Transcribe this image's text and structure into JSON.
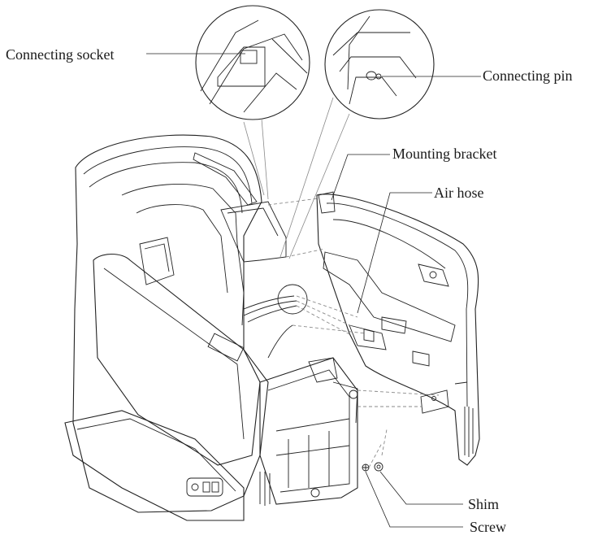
{
  "labels": {
    "connecting_socket": "Connecting socket",
    "connecting_pin": "Connecting pin",
    "mounting_bracket": "Mounting bracket",
    "air_hose": "Air hose",
    "shim": "Shim",
    "screw": "Screw"
  },
  "colors": {
    "line": "#222222",
    "dashed": "#8a8a8a",
    "background": "#ffffff"
  }
}
